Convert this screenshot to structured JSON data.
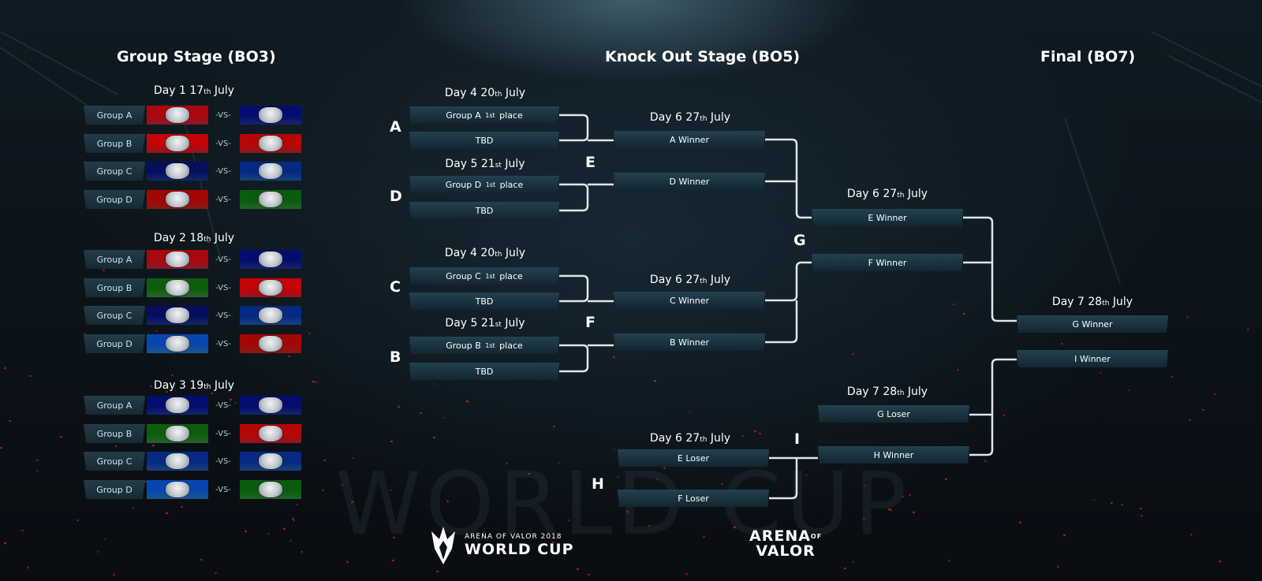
{
  "titles": {
    "group_stage": "Group Stage (BO3)",
    "knockout_stage": "Knock Out Stage (BO5)",
    "final": "Final (BO7)"
  },
  "group_stage": {
    "vs_text": "-VS-",
    "days": [
      {
        "label": "Day 1  17",
        "ord": "th",
        "month": " July",
        "matches": [
          {
            "group": "Group  A",
            "left_logo": "elephant-logo",
            "right_logo": "eagle-logo",
            "left_color": "#d02a3c",
            "right_color": "#1e3aa8"
          },
          {
            "group": "Group  B",
            "left_logo": "bull-logo",
            "right_logo": "phoenix-logo",
            "left_color": "#e0212b",
            "right_color": "#d8262b"
          },
          {
            "group": "Group  C",
            "left_logo": "tiger-logo",
            "right_logo": "raccoon-logo",
            "left_color": "#1f3e9c",
            "right_color": "#2566b8"
          },
          {
            "group": "Group  D",
            "left_logo": "dragon-logo",
            "right_logo": "griffin-logo",
            "left_color": "#cc2a1e",
            "right_color": "#2f9a3a"
          }
        ]
      },
      {
        "label": "Day 2  18",
        "ord": "th",
        "month": " July",
        "matches": [
          {
            "group": "Group  A",
            "left_logo": "elephant-logo",
            "right_logo": "rooster-logo",
            "left_color": "#d02a3c",
            "right_color": "#1e3aa8"
          },
          {
            "group": "Group  B",
            "left_logo": "gorilla-logo",
            "right_logo": "bull-logo",
            "left_color": "#3a9a3a",
            "right_color": "#e0212b"
          },
          {
            "group": "Group  C",
            "left_logo": "tiger-logo",
            "right_logo": "knight-logo",
            "left_color": "#1f3e9c",
            "right_color": "#2566b8"
          },
          {
            "group": "Group  D",
            "left_logo": "elephant-blue-logo",
            "right_logo": "dragon-logo",
            "left_color": "#2a86d4",
            "right_color": "#cc2a1e"
          }
        ]
      },
      {
        "label": "Day 3  19",
        "ord": "th",
        "month": " July",
        "matches": [
          {
            "group": "Group  A",
            "left_logo": "eagle-logo",
            "right_logo": "rooster-logo",
            "left_color": "#1e3aa8",
            "right_color": "#1e3aa8"
          },
          {
            "group": "Group  B",
            "left_logo": "gorilla-logo",
            "right_logo": "phoenix-logo",
            "left_color": "#3a9a3a",
            "right_color": "#d8262b"
          },
          {
            "group": "Group  C",
            "left_logo": "raccoon-logo",
            "right_logo": "knight-logo",
            "left_color": "#2566b8",
            "right_color": "#2566b8"
          },
          {
            "group": "Group  D",
            "left_logo": "elephant-blue-logo",
            "right_logo": "griffin-logo",
            "left_color": "#2a86d4",
            "right_color": "#2f9a3a"
          }
        ]
      }
    ]
  },
  "knockout": {
    "day4a": {
      "label": "Day 4  20",
      "ord": "th",
      "month": " July"
    },
    "day5a": {
      "label": "Day 5  21",
      "ord": "st",
      "month": " July"
    },
    "day4b": {
      "label": "Day 4  20",
      "ord": "th",
      "month": " July"
    },
    "day5b": {
      "label": "Day 5  21",
      "ord": "st",
      "month": " July"
    },
    "day6_e": {
      "label": "Day 6  27",
      "ord": "th",
      "month": " July"
    },
    "day6_f": {
      "label": "Day 6  27",
      "ord": "th",
      "month": " July"
    },
    "day6_g": {
      "label": "Day 6  27",
      "ord": "th",
      "month": " July"
    },
    "day6_h": {
      "label": "Day 6  27",
      "ord": "th",
      "month": " July"
    },
    "day7_i": {
      "label": "Day 7  28",
      "ord": "th",
      "month": " July"
    },
    "day7_final": {
      "label": "Day 7  28",
      "ord": "th",
      "month": " July"
    },
    "slots": {
      "a1_pre": "Group A",
      "a1_ord": "1st",
      "a1_post": "place",
      "a2": "TBD",
      "d1_pre": "Group D",
      "d1_ord": "1st",
      "d1_post": "place",
      "d2": "TBD",
      "c1_pre": "Group C",
      "c1_ord": "1st",
      "c1_post": "place",
      "c2": "TBD",
      "b1_pre": "Group B",
      "b1_ord": "1st",
      "b1_post": "place",
      "b2": "TBD",
      "e1": "A Winner",
      "e2": "D Winner",
      "f1": "C  Winner",
      "f2": "B  Winner",
      "g1": "E Winner",
      "g2": "F Winner",
      "h1": "E  Loser",
      "h2": "F  Loser",
      "i1": "G Loser",
      "i2": "H Winner",
      "fin1": "G Winner",
      "fin2": "I Winner"
    },
    "letters": {
      "a": "A",
      "d": "D",
      "c": "C",
      "b": "B",
      "e": "E",
      "f": "F",
      "g": "G",
      "h": "H",
      "i": "I"
    }
  },
  "watermark": "WORLD CUP",
  "brands": {
    "left_small": "ARENA OF VALOR 2018",
    "left_big": "WORLD CUP",
    "right_line1": "ARENA",
    "right_of": "OF",
    "right_line2": "VALOR"
  },
  "colors": {
    "bracket_line": "#dfe6ea",
    "box_top": "#23414f",
    "box_bottom": "#14262f",
    "ember": "#c2302a"
  }
}
